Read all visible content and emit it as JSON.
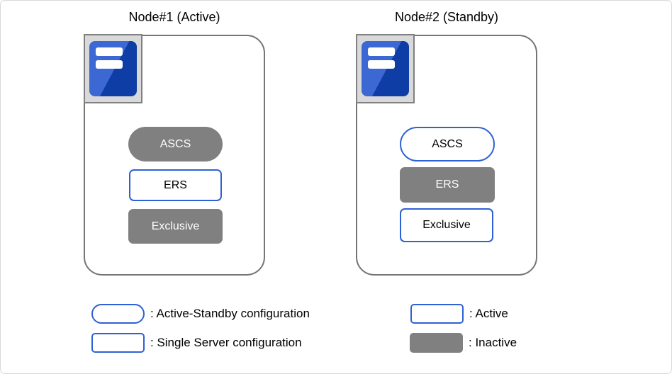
{
  "diagram": {
    "nodes": [
      {
        "title": "Node#1 (Active)",
        "items": [
          {
            "label": "ASCS",
            "shape": "stadium",
            "state": "inactive"
          },
          {
            "label": "ERS",
            "shape": "rect",
            "state": "active"
          },
          {
            "label": "Exclusive",
            "shape": "rect",
            "state": "inactive"
          }
        ]
      },
      {
        "title": "Node#2 (Standby)",
        "items": [
          {
            "label": "ASCS",
            "shape": "stadium",
            "state": "active"
          },
          {
            "label": "ERS",
            "shape": "rect",
            "state": "inactive"
          },
          {
            "label": "Exclusive",
            "shape": "rect",
            "state": "active"
          }
        ]
      }
    ],
    "legend": [
      {
        "label": ": Active-Standby configuration",
        "swatch": "stadium-outline"
      },
      {
        "label": ": Single Server configuration",
        "swatch": "rect-outline"
      },
      {
        "label": ": Active",
        "swatch": "rect-outline"
      },
      {
        "label": ": Inactive",
        "swatch": "rect-filled"
      }
    ]
  },
  "colors": {
    "accent-blue": "#2E62D4",
    "inactive-gray": "#808080",
    "node-border-gray": "#757575",
    "icon-blue-light": "#3B68D2",
    "icon-blue-dark": "#0E3DA5",
    "icon-frame-bg": "#D9D9D9"
  }
}
